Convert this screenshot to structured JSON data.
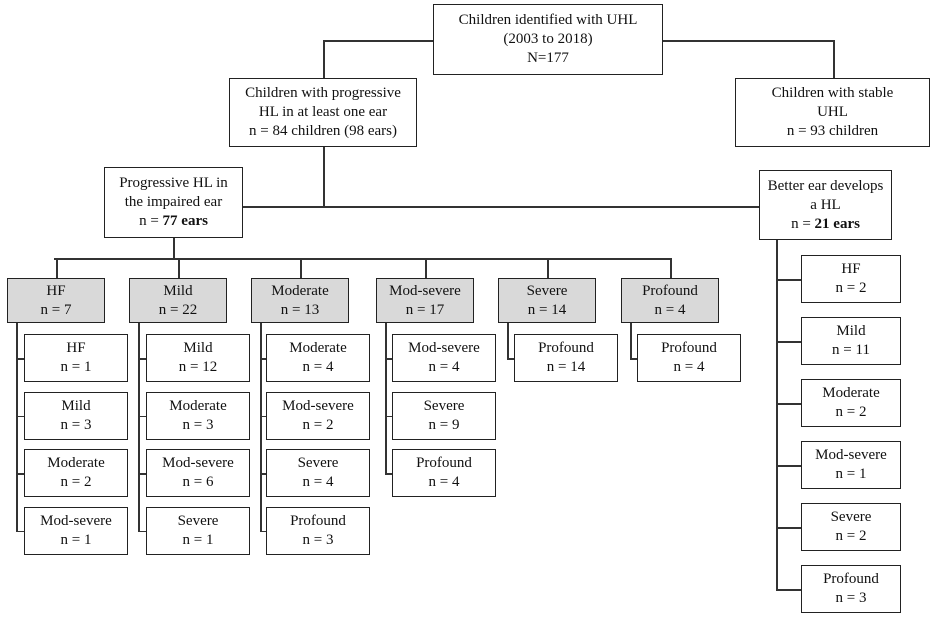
{
  "root": {
    "lines": [
      "Children identified with UHL",
      "(2003 to 2018)",
      "N=177"
    ]
  },
  "progressive": {
    "lines": [
      "Children with progressive",
      "HL in at least one ear",
      "n = 84 children (98 ears)"
    ]
  },
  "stable": {
    "lines": [
      "Children with stable",
      "UHL",
      "n = 93 children"
    ]
  },
  "impaired": {
    "lines": [
      "Progressive HL in",
      "the impaired ear"
    ],
    "count_prefix": "n = ",
    "count": "77 ears"
  },
  "better": {
    "lines": [
      "Better ear develops",
      "a HL"
    ],
    "count_prefix": "n = ",
    "count": "21 ears"
  },
  "groups": [
    {
      "name": "HF",
      "n": "n = 7",
      "children": [
        {
          "name": "HF",
          "n": "n = 1"
        },
        {
          "name": "Mild",
          "n": "n = 3"
        },
        {
          "name": "Moderate",
          "n": "n = 2"
        },
        {
          "name": "Mod-severe",
          "n": "n = 1"
        }
      ]
    },
    {
      "name": "Mild",
      "n": "n = 22",
      "children": [
        {
          "name": "Mild",
          "n": "n = 12"
        },
        {
          "name": "Moderate",
          "n": "n = 3"
        },
        {
          "name": "Mod-severe",
          "n": "n = 6"
        },
        {
          "name": "Severe",
          "n": "n = 1"
        }
      ]
    },
    {
      "name": "Moderate",
      "n": "n = 13",
      "children": [
        {
          "name": "Moderate",
          "n": "n = 4"
        },
        {
          "name": "Mod-severe",
          "n": "n = 2"
        },
        {
          "name": "Severe",
          "n": "n = 4"
        },
        {
          "name": "Profound",
          "n": "n = 3"
        }
      ]
    },
    {
      "name": "Mod-severe",
      "n": "n = 17",
      "children": [
        {
          "name": "Mod-severe",
          "n": "n = 4"
        },
        {
          "name": "Severe",
          "n": "n = 9"
        },
        {
          "name": "Profound",
          "n": "n = 4"
        }
      ]
    },
    {
      "name": "Severe",
      "n": "n = 14",
      "children": [
        {
          "name": "Profound",
          "n": "n = 14"
        }
      ]
    },
    {
      "name": "Profound",
      "n": "n = 4",
      "children": [
        {
          "name": "Profound",
          "n": "n = 4"
        }
      ]
    }
  ],
  "better_children": [
    {
      "name": "HF",
      "n": "n = 2"
    },
    {
      "name": "Mild",
      "n": "n = 11"
    },
    {
      "name": "Moderate",
      "n": "n = 2"
    },
    {
      "name": "Mod-severe",
      "n": "n = 1"
    },
    {
      "name": "Severe",
      "n": "n = 2"
    },
    {
      "name": "Profound",
      "n": "n = 3"
    }
  ]
}
